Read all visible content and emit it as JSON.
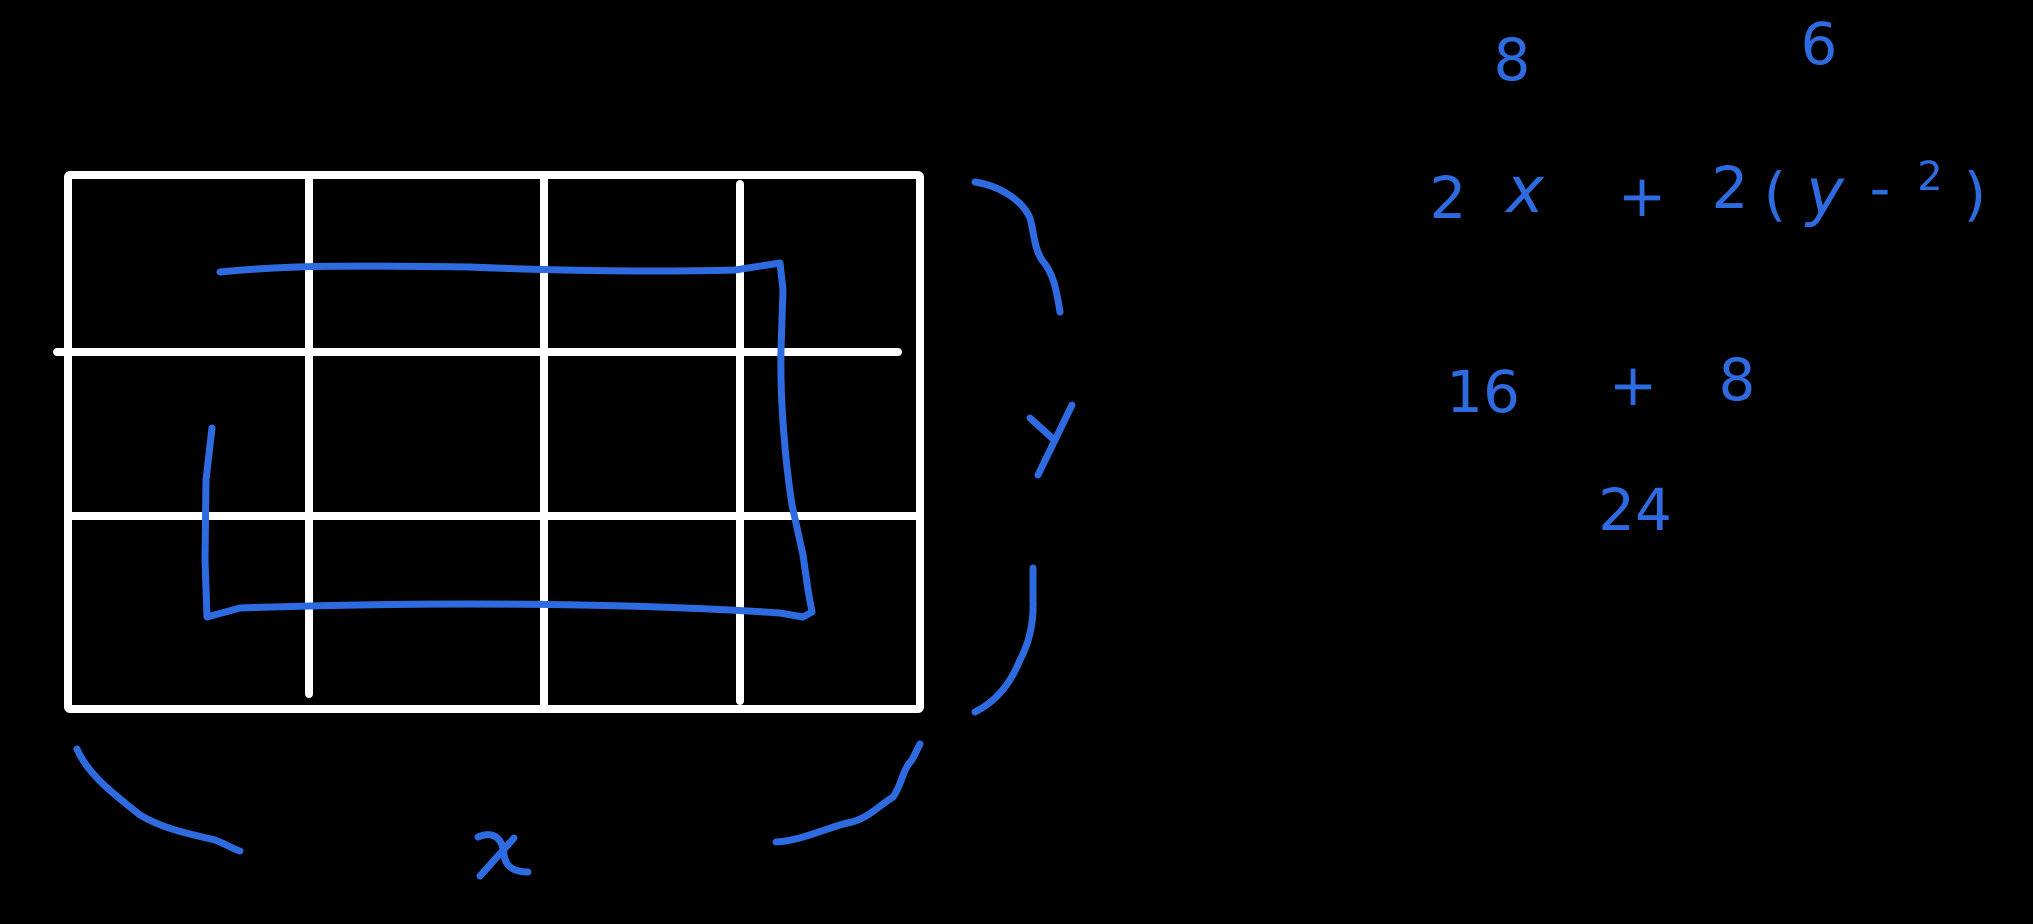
{
  "canvas": {
    "background_color": "#000000",
    "grid_color": "#ffffff",
    "ink_color": "#2f6be0"
  },
  "grid": {
    "rows": 3,
    "columns": 4
  },
  "labels": {
    "x_label": "x",
    "y_label": "y"
  },
  "work": {
    "value_above_x": "8",
    "value_above_y": "6",
    "line1_coef_x": "2",
    "line1_var_x": "x",
    "line1_plus": "+",
    "line1_coef_y": "2",
    "line1_paren_open": "(",
    "line1_var_y": "y",
    "line1_minus": "-",
    "line1_sub": "2",
    "line1_paren_close": ")",
    "line2_left": "16",
    "line2_plus": "+",
    "line2_right": "8",
    "line3_result": "24"
  }
}
